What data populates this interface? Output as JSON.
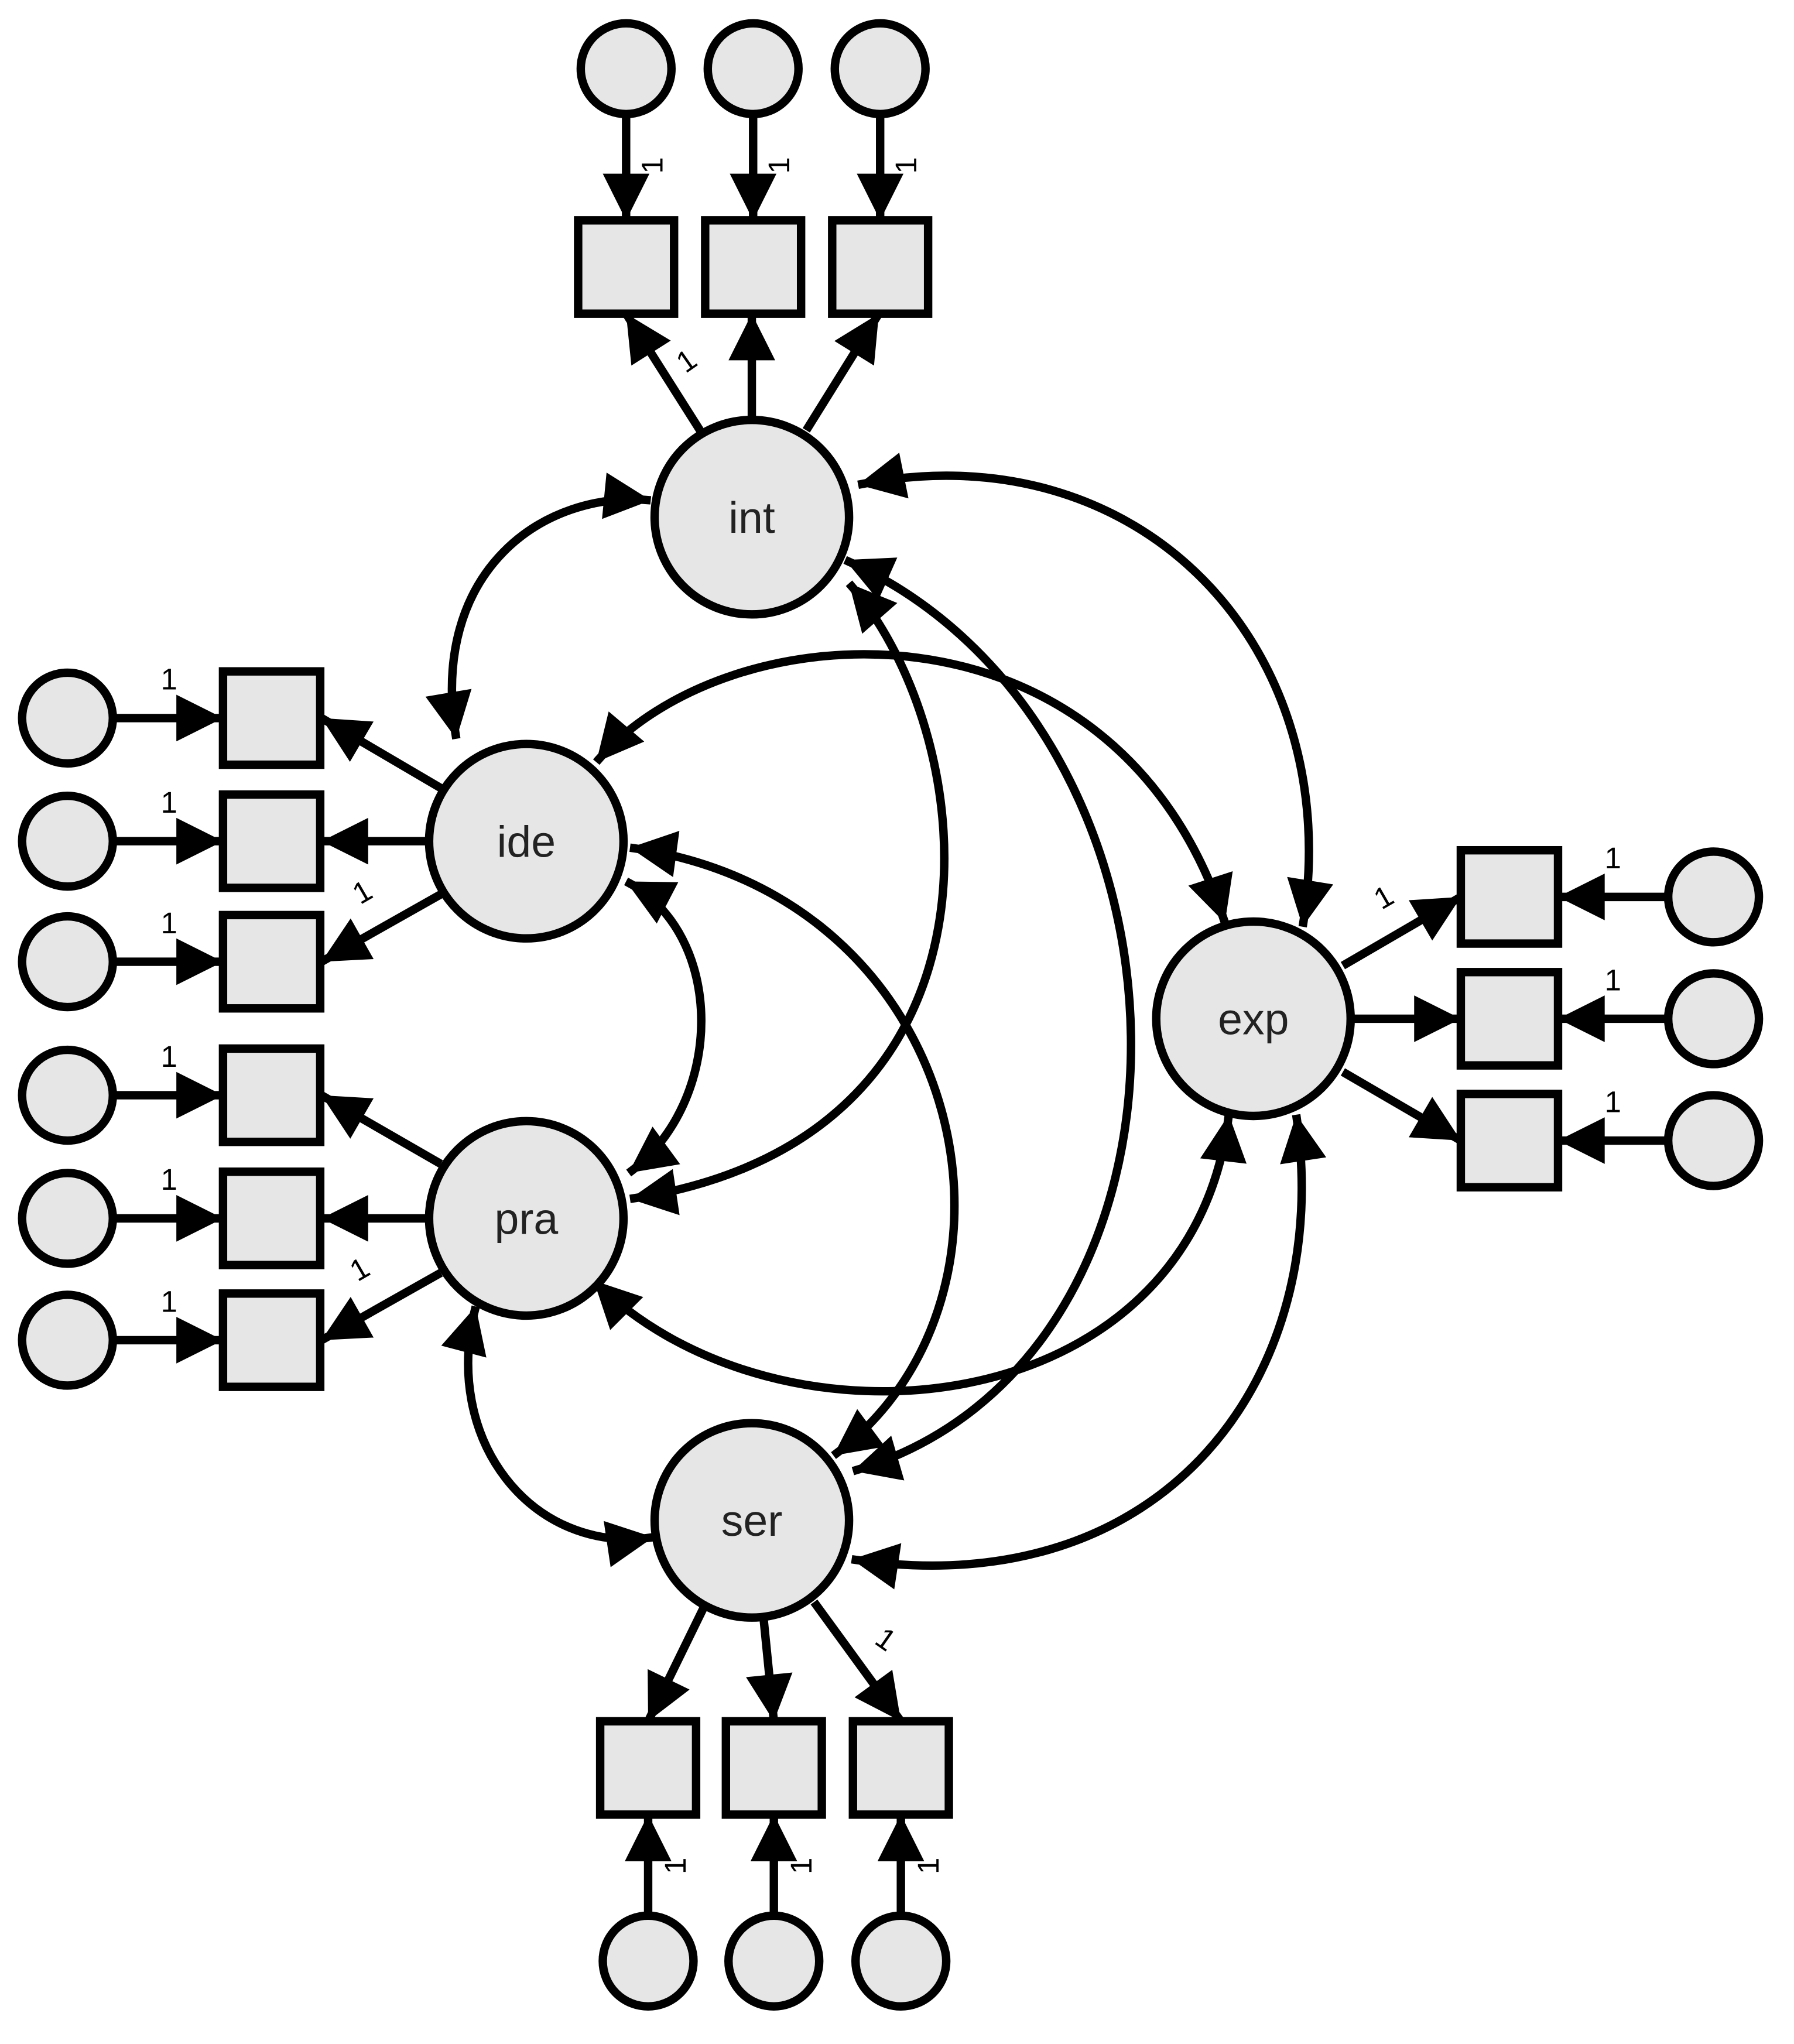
{
  "latent_factors": [
    {
      "id": "int",
      "label": "int"
    },
    {
      "id": "ide",
      "label": "ide"
    },
    {
      "id": "pra",
      "label": "pra"
    },
    {
      "id": "exp",
      "label": "exp"
    },
    {
      "id": "ser",
      "label": "ser"
    }
  ],
  "fixed_parameter_label": "1",
  "loadings": [
    {
      "factor": "int",
      "indicator": 1,
      "fixed_label": "1"
    },
    {
      "factor": "int",
      "indicator": 2,
      "fixed_label": ""
    },
    {
      "factor": "int",
      "indicator": 3,
      "fixed_label": ""
    },
    {
      "factor": "ide",
      "indicator": 1,
      "fixed_label": ""
    },
    {
      "factor": "ide",
      "indicator": 2,
      "fixed_label": ""
    },
    {
      "factor": "ide",
      "indicator": 3,
      "fixed_label": "1"
    },
    {
      "factor": "pra",
      "indicator": 1,
      "fixed_label": ""
    },
    {
      "factor": "pra",
      "indicator": 2,
      "fixed_label": ""
    },
    {
      "factor": "pra",
      "indicator": 3,
      "fixed_label": "1"
    },
    {
      "factor": "exp",
      "indicator": 1,
      "fixed_label": "1"
    },
    {
      "factor": "exp",
      "indicator": 2,
      "fixed_label": ""
    },
    {
      "factor": "exp",
      "indicator": 3,
      "fixed_label": ""
    },
    {
      "factor": "ser",
      "indicator": 1,
      "fixed_label": ""
    },
    {
      "factor": "ser",
      "indicator": 2,
      "fixed_label": ""
    },
    {
      "factor": "ser",
      "indicator": 3,
      "fixed_label": "1"
    }
  ],
  "error_paths_fixed_label": "1",
  "covariances": [
    [
      "int",
      "ide"
    ],
    [
      "int",
      "pra"
    ],
    [
      "int",
      "exp"
    ],
    [
      "int",
      "ser"
    ],
    [
      "ide",
      "pra"
    ],
    [
      "ide",
      "exp"
    ],
    [
      "ide",
      "ser"
    ],
    [
      "pra",
      "exp"
    ],
    [
      "pra",
      "ser"
    ],
    [
      "exp",
      "ser"
    ]
  ],
  "colors": {
    "node_fill": "#e6e6e6",
    "stroke": "#000000",
    "background": "#ffffff"
  }
}
